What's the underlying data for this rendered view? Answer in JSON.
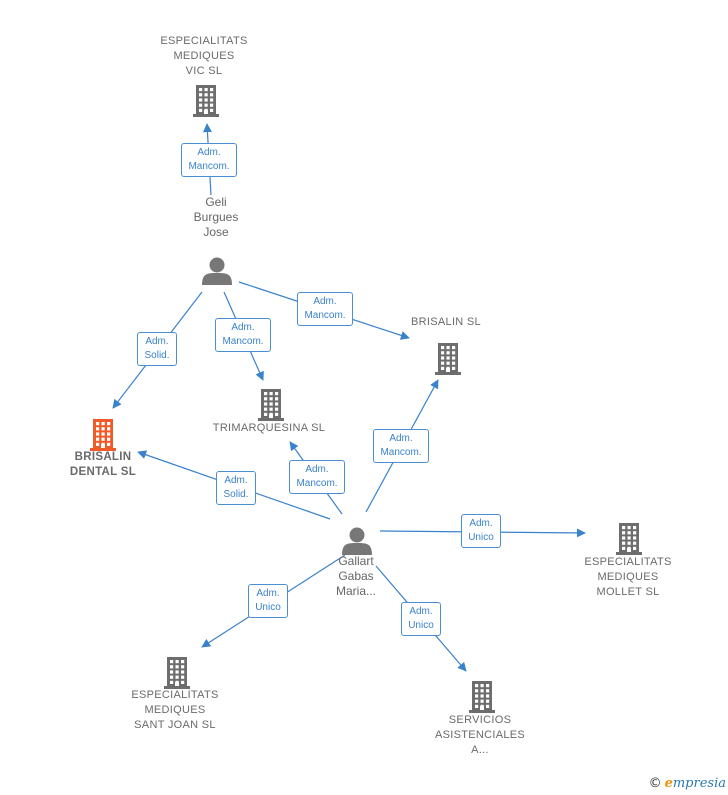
{
  "colors": {
    "edge": "#3a82cc",
    "company": "#6d6d6d",
    "focus_company": "#f05a28",
    "person": "#777777"
  },
  "nodes": [
    {
      "id": "evic",
      "type": "company",
      "lines": [
        "ESPECIALITATS",
        "MEDIQUES",
        "VIC  SL"
      ]
    },
    {
      "id": "geli",
      "type": "person",
      "lines": [
        "Geli",
        "Burgues",
        "Jose"
      ]
    },
    {
      "id": "brisalin",
      "type": "company",
      "lines": [
        "BRISALIN  SL"
      ]
    },
    {
      "id": "trimar",
      "type": "company",
      "lines": [
        "TRIMARQUESINA SL"
      ]
    },
    {
      "id": "bdental",
      "type": "company_focus",
      "lines": [
        "BRISALIN",
        "DENTAL  SL"
      ]
    },
    {
      "id": "gallart",
      "type": "person",
      "lines": [
        "Gallart",
        "Gabas",
        "Maria..."
      ]
    },
    {
      "id": "emollet",
      "type": "company",
      "lines": [
        "ESPECIALITATS",
        "MEDIQUES",
        "MOLLET SL"
      ]
    },
    {
      "id": "ejoan",
      "type": "company",
      "lines": [
        "ESPECIALITATS",
        "MEDIQUES",
        "SANT JOAN  SL"
      ]
    },
    {
      "id": "servicios",
      "type": "company",
      "lines": [
        "SERVICIOS",
        "ASISTENCIALES",
        "A..."
      ]
    }
  ],
  "edges": [
    {
      "from": "geli",
      "to": "evic",
      "lines": [
        "Adm.",
        "Mancom."
      ]
    },
    {
      "from": "geli",
      "to": "bdental",
      "lines": [
        "Adm.",
        "Solid."
      ]
    },
    {
      "from": "geli",
      "to": "trimar",
      "lines": [
        "Adm.",
        "Mancom."
      ]
    },
    {
      "from": "geli",
      "to": "brisalin",
      "lines": [
        "Adm.",
        "Mancom."
      ]
    },
    {
      "from": "gallart",
      "to": "bdental",
      "lines": [
        "Adm.",
        "Solid."
      ]
    },
    {
      "from": "gallart",
      "to": "trimar",
      "lines": [
        "Adm.",
        "Mancom."
      ]
    },
    {
      "from": "gallart",
      "to": "brisalin",
      "lines": [
        "Adm.",
        "Mancom."
      ]
    },
    {
      "from": "gallart",
      "to": "emollet",
      "lines": [
        "Adm.",
        "Unico"
      ]
    },
    {
      "from": "gallart",
      "to": "ejoan",
      "lines": [
        "Adm.",
        "Unico"
      ]
    },
    {
      "from": "gallart",
      "to": "servicios",
      "lines": [
        "Adm.",
        "Unico"
      ]
    }
  ],
  "footer": {
    "copyright": "©",
    "brand_first": "e",
    "brand_rest": "mpresia"
  }
}
